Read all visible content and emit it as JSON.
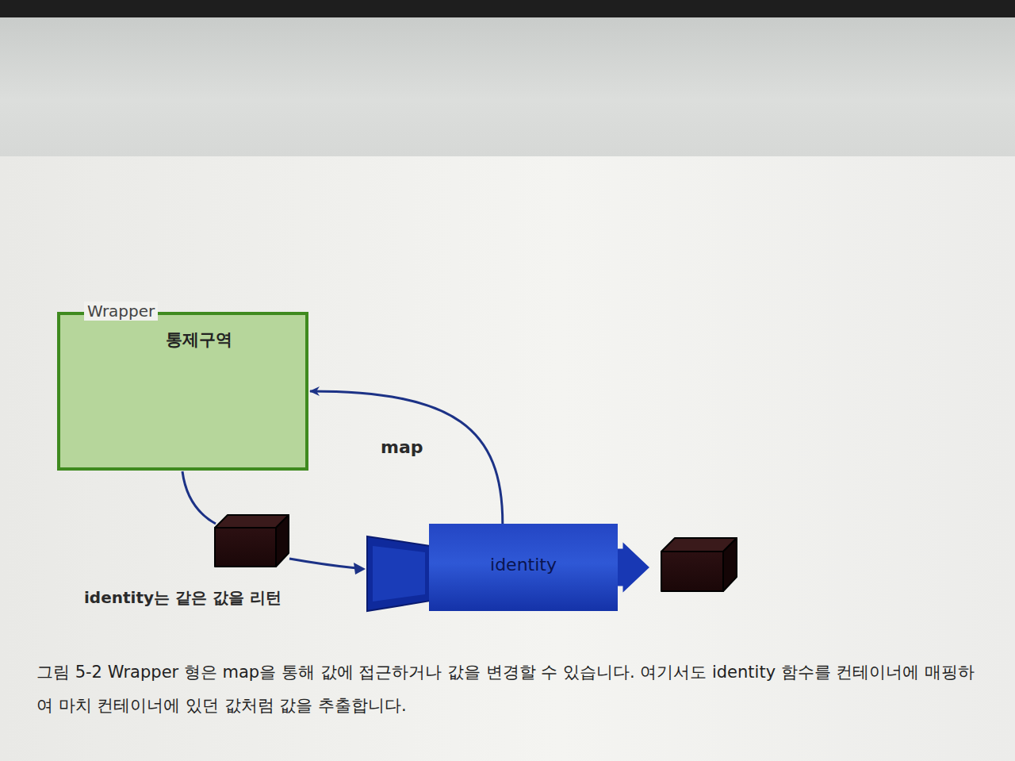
{
  "diagram": {
    "caption": "그림 5-2 Wrapper 형은 map을 통해 값에 접근하거나 값을 변경할 수 있습니다. 여기서도 identity 함수를 컨테이너에 매핑하여 마치 컨테이너에 있던 값처럼 값을 추출합니다.",
    "nodes": [
      {
        "text": [
          "Wrapper"
        ]
      },
      {
        "text": [
          "통제구역"
        ],
        "in": 0
      },
      {
        "text": [
          "identity"
        ]
      }
    ],
    "edges": [
      {
        "from": 2,
        "to": 0,
        "label": "map",
        "arrow": "to"
      }
    ],
    "labels": [
      "identity는 같은 값을 리턴"
    ]
  }
}
